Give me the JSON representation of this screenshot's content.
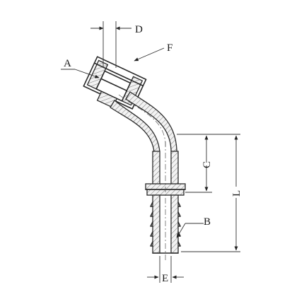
{
  "labels": {
    "A": "A",
    "B": "B",
    "C": "C",
    "D": "D",
    "E": "E",
    "F": "F",
    "L": "L"
  }
}
